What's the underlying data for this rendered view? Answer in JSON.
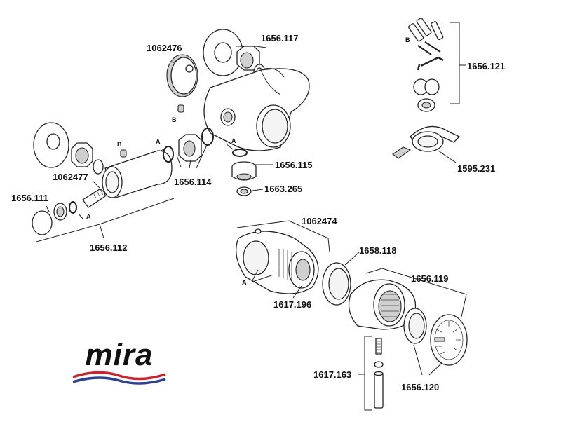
{
  "brand": {
    "name": "mira",
    "wave_colors": [
      "#d0202e",
      "#2a3f9a"
    ]
  },
  "parts": [
    {
      "id": "p1062476",
      "code": "1062476"
    },
    {
      "id": "p1656117",
      "code": "1656.117"
    },
    {
      "id": "p1656121",
      "code": "1656.121"
    },
    {
      "id": "p1062477",
      "code": "1062477"
    },
    {
      "id": "p1656111",
      "code": "1656.111"
    },
    {
      "id": "p1656114",
      "code": "1656.114"
    },
    {
      "id": "p1656115",
      "code": "1656.115"
    },
    {
      "id": "p1663265",
      "code": "1663.265"
    },
    {
      "id": "p1656112",
      "code": "1656.112"
    },
    {
      "id": "p1595231",
      "code": "1595.231"
    },
    {
      "id": "p1062474",
      "code": "1062474"
    },
    {
      "id": "p1658118",
      "code": "1658.118"
    },
    {
      "id": "p1617196",
      "code": "1617.196"
    },
    {
      "id": "p1656119",
      "code": "1656.119"
    },
    {
      "id": "p1617163",
      "code": "1617.163"
    },
    {
      "id": "p1656120",
      "code": "1656.120"
    }
  ],
  "callout_letters": {
    "a": "A",
    "b": "B"
  }
}
